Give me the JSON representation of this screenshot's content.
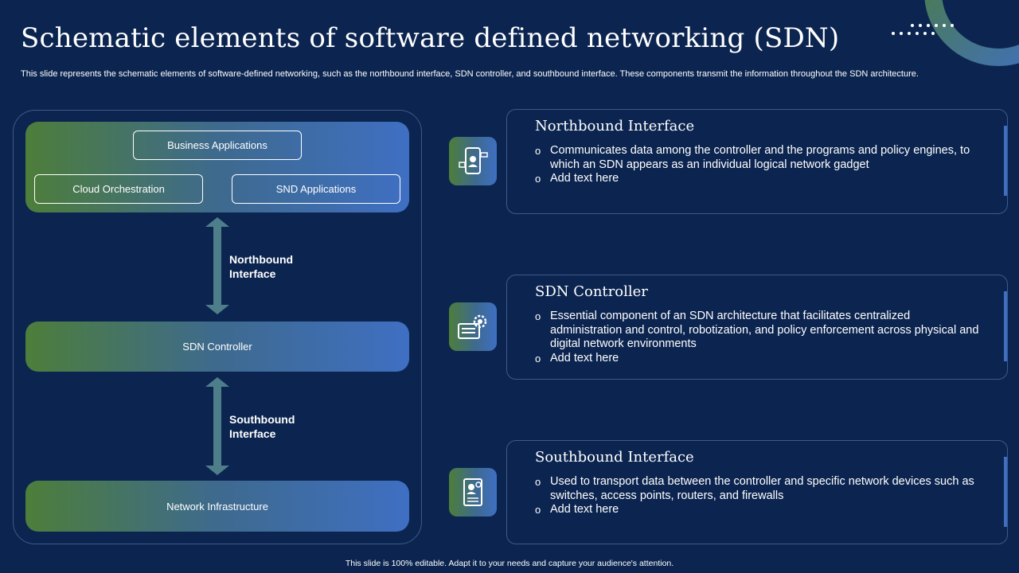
{
  "slide": {
    "title": "Schematic elements of software defined networking (SDN)",
    "subtitle": "This slide represents the schematic elements of software-defined networking, such as the northbound interface, SDN controller, and southbound interface. These components transmit the information throughout the SDN architecture.",
    "footer": "This slide is 100% editable. Adapt it to your needs and capture your audience's attention."
  },
  "diagram": {
    "application_layer": {
      "business": "Business Applications",
      "cloud": "Cloud Orchestration",
      "snd": "SND Applications"
    },
    "northbound_label_line1": "Northbound",
    "northbound_label_line2": "Interface",
    "controller": "SDN Controller",
    "southbound_label_line1": "Southbound",
    "southbound_label_line2": "Interface",
    "infrastructure": "Network Infrastructure"
  },
  "cards": [
    {
      "icon": "mobile-user-icon",
      "title": "Northbound Interface",
      "bullets": [
        "Communicates data among the controller and the programs and policy engines, to which an SDN appears as an individual  logical network gadget",
        "Add text here"
      ]
    },
    {
      "icon": "settings-panel-icon",
      "title": "SDN Controller",
      "bullets": [
        "Essential component of an SDN architecture that facilitates centralized administration and control, robotization, and policy enforcement across physical and digital network environments",
        "Add text here"
      ]
    },
    {
      "icon": "profile-screen-icon",
      "title": "Southbound Interface",
      "bullets": [
        "Used to transport data between the controller and specific network devices such as switches, access points, routers, and firewalls",
        "Add text here"
      ]
    }
  ],
  "colors": {
    "background": "#0c2550",
    "gradient_start": "#4d7e3a",
    "gradient_end": "#3f6fc3",
    "border": "#3c5a8a"
  }
}
